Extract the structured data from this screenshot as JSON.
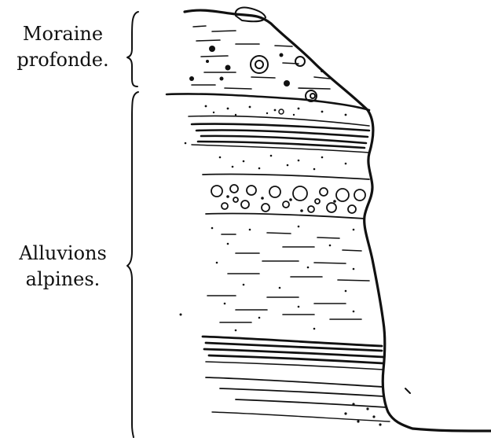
{
  "labels": {
    "moraine": {
      "line1": "Moraine",
      "line2": "profonde."
    },
    "alluvions": {
      "line1": "Alluvions",
      "line2": "alpines."
    }
  },
  "colors": {
    "ink": "#111111",
    "paper": "#ffffff"
  }
}
